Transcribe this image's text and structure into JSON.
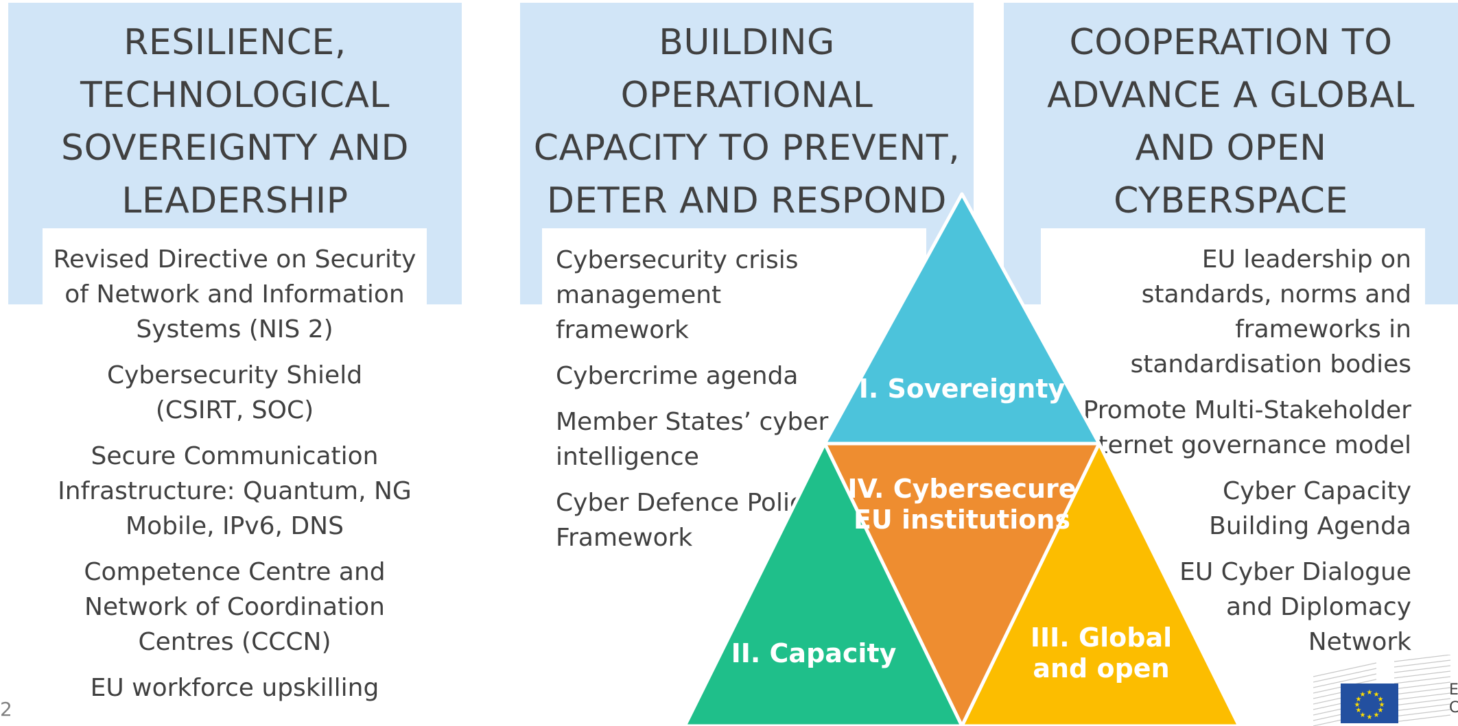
{
  "columns": [
    {
      "title": "RESILIENCE, TECHNOLOGICAL SOVEREIGNTY AND LEADERSHIP",
      "title_lines": [
        "RESILIENCE,",
        "TECHNOLOGICAL",
        "SOVEREIGNTY AND",
        "LEADERSHIP"
      ],
      "items": [
        "Revised Directive on Security of Network and Information Systems (NIS 2)",
        "Cybersecurity Shield (CSIRT, SOC)",
        "Secure Communication Infrastructure: Quantum, NG Mobile, IPv6, DNS",
        "Competence Centre and Network of Coordination Centres (CCCN)",
        "EU workforce upskilling"
      ]
    },
    {
      "title": "BUILDING OPERATIONAL CAPACITY TO PREVENT, DETER AND RESPOND",
      "title_lines": [
        "BUILDING",
        "OPERATIONAL",
        "CAPACITY TO PREVENT,",
        "DETER AND RESPOND"
      ],
      "items": [
        "Cybersecurity crisis management framework",
        "Cybercrime agenda",
        "Member States’ cyber intelligence",
        "Cyber Defence Policy Framework"
      ]
    },
    {
      "title": "COOPERATION TO ADVANCE A GLOBAL AND OPEN CYBERSPACE",
      "title_lines": [
        "COOPERATION TO",
        "ADVANCE A GLOBAL",
        "AND OPEN",
        "CYBERSPACE"
      ],
      "items": [
        "EU leadership on standards, norms and frameworks in standardisation bodies",
        "Promote Multi-Stakeholder Internet governance model",
        "Cyber Capacity Building Agenda",
        "EU Cyber Dialogue and Diplomacy Network"
      ]
    }
  ],
  "triangle": {
    "sovereignty": {
      "label": "I. Sovereignty",
      "color": "#4cc3db"
    },
    "capacity": {
      "label": "II. Capacity",
      "color": "#1fbf8a"
    },
    "global": {
      "label_lines": [
        "III. Global",
        "and open"
      ],
      "color": "#fcbd00"
    },
    "institutions": {
      "label_lines": [
        "IV. Cybersecure",
        "EU institutions"
      ],
      "color": "#ee8d30"
    }
  },
  "page_number": "2",
  "colors": {
    "header_bg": "#d1e5f7",
    "text": "#404040",
    "eu_blue": "#2350a0",
    "eu_star": "#ffde00"
  },
  "logo": {
    "name": "european-commission-logo",
    "text_partial": "E C"
  }
}
